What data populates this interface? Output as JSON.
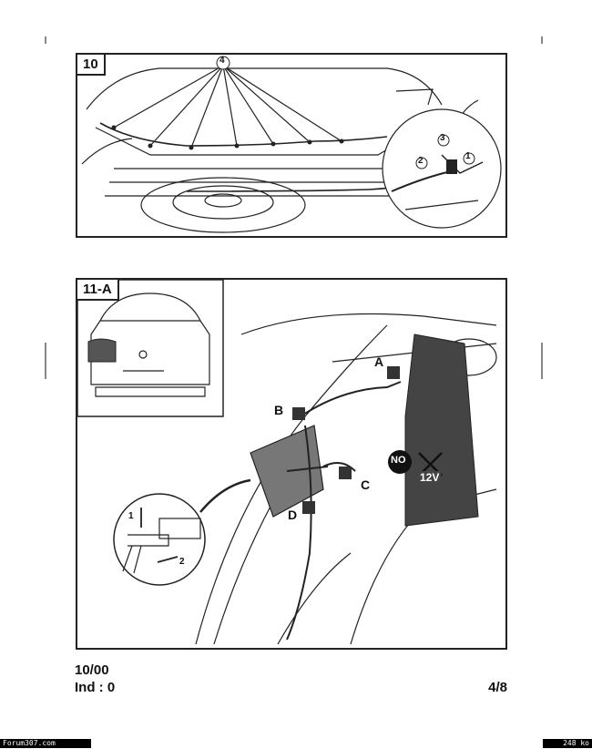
{
  "figure10": {
    "tag": "10",
    "callout": "4",
    "steps": [
      "1",
      "2",
      "3"
    ]
  },
  "figure11": {
    "tag": "11-A",
    "labels": {
      "a": "A",
      "b": "B",
      "c": "C",
      "d": "D"
    },
    "warning": {
      "text": "NO",
      "voltage": "12V"
    },
    "inset_steps": [
      "1",
      "2"
    ]
  },
  "footer": {
    "date": "10/00",
    "index": "Ind : 0",
    "page": "4/8"
  },
  "watermark": {
    "site": "Forum307.com",
    "size": "248 ko"
  }
}
